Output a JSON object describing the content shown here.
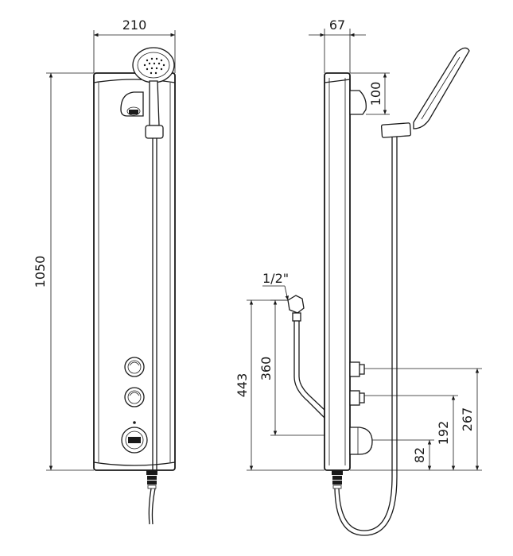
{
  "diagram": {
    "front_view": {
      "width_label": "210",
      "height_label": "1050"
    },
    "side_view": {
      "depth_label": "67",
      "head_offset_label": "100",
      "inlet_label": "1/2\"",
      "dim_443": "443",
      "dim_360": "360",
      "dim_82": "82",
      "dim_192": "192",
      "dim_267": "267"
    }
  }
}
